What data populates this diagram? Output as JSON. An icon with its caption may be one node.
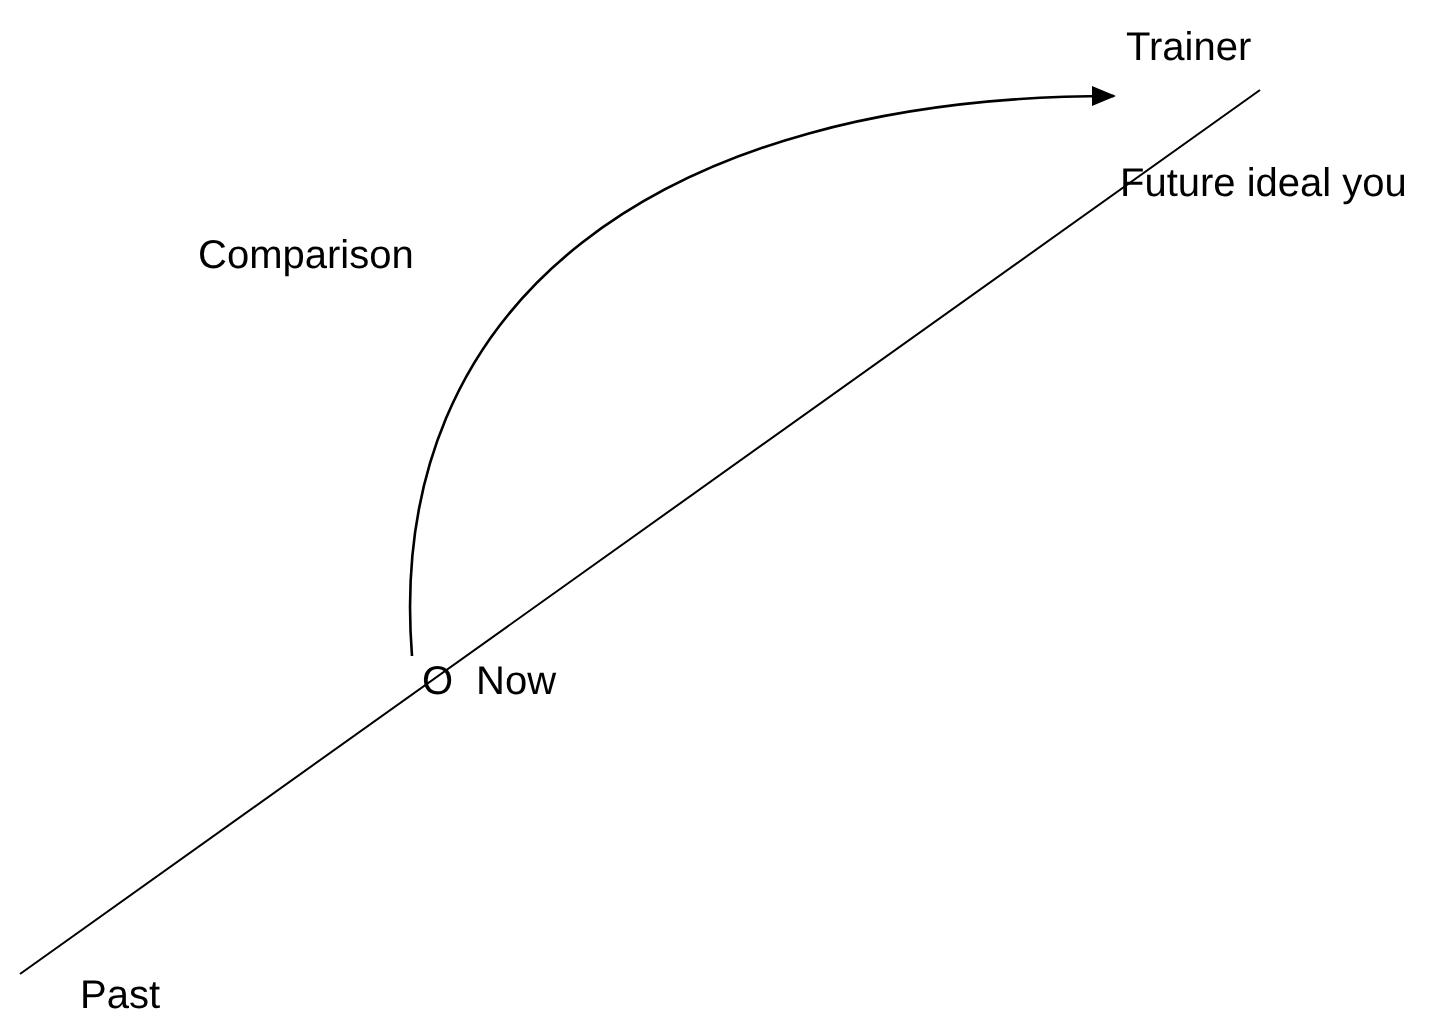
{
  "diagram": {
    "nodes": [
      {
        "text": [
          "O",
          "Now"
        ]
      },
      {
        "text": [
          "Trainer",
          "Future ideal you"
        ]
      }
    ],
    "edges": [
      {
        "from": 0,
        "to": 1,
        "arrow": "to",
        "label": "Comparison"
      }
    ],
    "labels": [
      "Past"
    ]
  }
}
